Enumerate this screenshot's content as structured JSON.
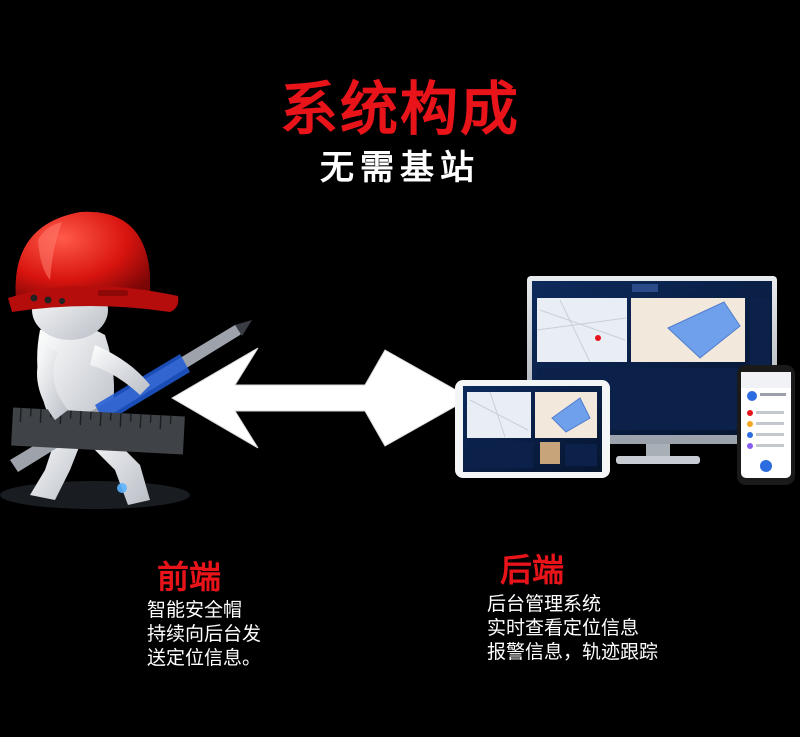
{
  "header": {
    "title": "系统构成",
    "subtitle": "无需基站"
  },
  "front": {
    "title": "前端",
    "lines": [
      "智能安全帽",
      "持续向后台发",
      "送定位信息。"
    ]
  },
  "back": {
    "title": "后端",
    "lines": [
      "后台管理系统",
      "实时查看定位信息",
      "报警信息，轨迹跟踪"
    ]
  },
  "colors": {
    "background": "#000000",
    "accent": "#e8141a",
    "text": "#ffffff"
  },
  "icons": [
    "red-safety-helmet-figure-illustration",
    "double-arrow-icon",
    "monitor-illustration",
    "tablet-illustration",
    "phone-illustration"
  ]
}
